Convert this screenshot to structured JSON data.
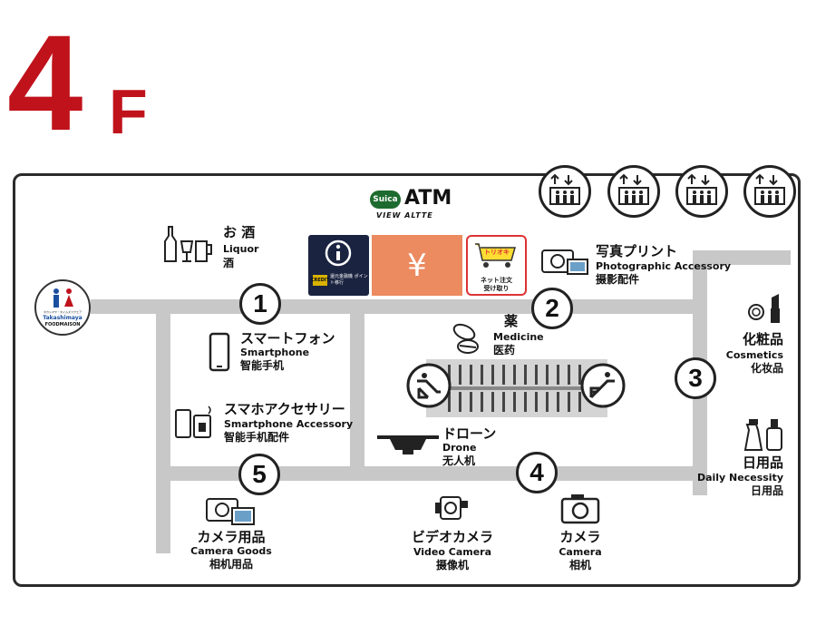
{
  "floor": {
    "number": "4",
    "letter": "F"
  },
  "atm": {
    "title": "ATM",
    "suica": "Suica",
    "brand": "VIEW ALTTE"
  },
  "info_panel": {
    "card_label": "CREDIT",
    "note": "還元金融機 ポイント移行"
  },
  "yen_panel": {
    "symbol": "¥"
  },
  "torioki": {
    "bubble": "トリオキ",
    "label1": "ネット注文",
    "label2": "受け取り"
  },
  "restroom": {
    "brand_jp": "タカシマヤ・タイムズスクエア",
    "brand_en1": "Takashimaya",
    "brand_en2": "FOODMAISON"
  },
  "zones": [
    {
      "num": "1"
    },
    {
      "num": "2"
    },
    {
      "num": "3"
    },
    {
      "num": "4"
    },
    {
      "num": "5"
    }
  ],
  "areas": {
    "liquor": {
      "jp": "お 酒",
      "en": "Liquor",
      "cn": "酒"
    },
    "photo": {
      "jp": "写真プリント",
      "en": "Photographic Accessory",
      "cn": "摄影配件"
    },
    "medicine": {
      "jp": "薬",
      "en": "Medicine",
      "cn": "医药"
    },
    "smartphone": {
      "jp": "スマートフォン",
      "en": "Smartphone",
      "cn": "智能手机"
    },
    "cosmetics": {
      "jp": "化粧品",
      "en": "Cosmetics",
      "cn": "化妆品"
    },
    "accessory": {
      "jp": "スマホアクセサリー",
      "en": "Smartphone Accessory",
      "cn": "智能手机配件"
    },
    "drone": {
      "jp": "ドローン",
      "en": "Drone",
      "cn": "无人机"
    },
    "daily": {
      "jp": "日用品",
      "en": "Daily Necessity",
      "cn": "日用品"
    },
    "camera_goods": {
      "jp": "カメラ用品",
      "en": "Camera Goods",
      "cn": "相机用品"
    },
    "video": {
      "jp": "ビデオカメラ",
      "en": "Video Camera",
      "cn": "摄像机"
    },
    "camera": {
      "jp": "カメラ",
      "en": "Camera",
      "cn": "相机"
    }
  },
  "colors": {
    "floor": "#c0121b",
    "corridor": "#c8c8c8",
    "atm_orange": "#ec8a60",
    "info_navy": "#1a2340"
  }
}
